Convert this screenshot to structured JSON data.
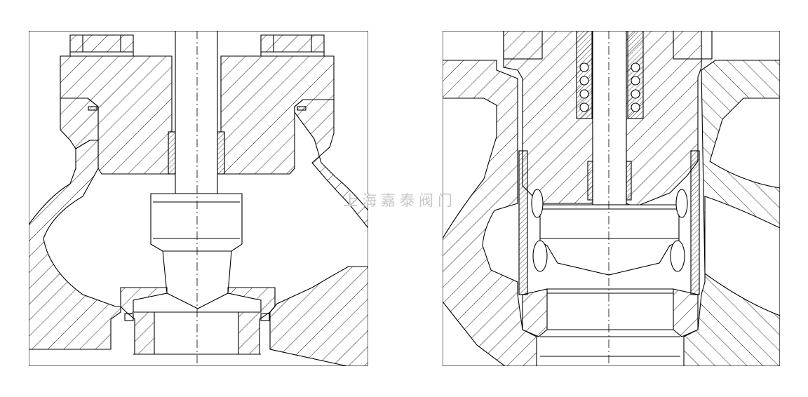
{
  "watermark": "上海嘉泰阀门",
  "style": {
    "line_color": "#000000",
    "background": "#ffffff",
    "watermark_color": "#c8c8c8"
  },
  "figures": [
    {
      "name": "left-valve-section"
    },
    {
      "name": "right-valve-section"
    }
  ]
}
